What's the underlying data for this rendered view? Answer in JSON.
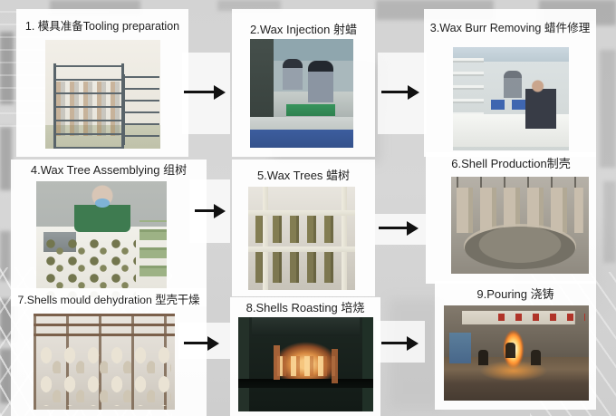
{
  "diagram": {
    "steps": [
      {
        "label": "1. 模具准备Tooling preparation"
      },
      {
        "label": "2.Wax Injection 射蜡"
      },
      {
        "label": "3.Wax Burr Removing 蜡件修理"
      },
      {
        "label": "4.Wax Tree Assemblying 组树"
      },
      {
        "label": "5.Wax Trees 蜡树"
      },
      {
        "label": "6.Shell Production制壳"
      },
      {
        "label": "7.Shells mould dehydration 型壳干燥"
      },
      {
        "label": "8.Shells Roasting 培烧"
      },
      {
        "label": "9.Pouring 浇铸"
      }
    ],
    "colors": {
      "background": "#d4d4d4",
      "card": "#ffffff",
      "arrow": "#111111",
      "label_text": "#1f1f1f"
    }
  }
}
